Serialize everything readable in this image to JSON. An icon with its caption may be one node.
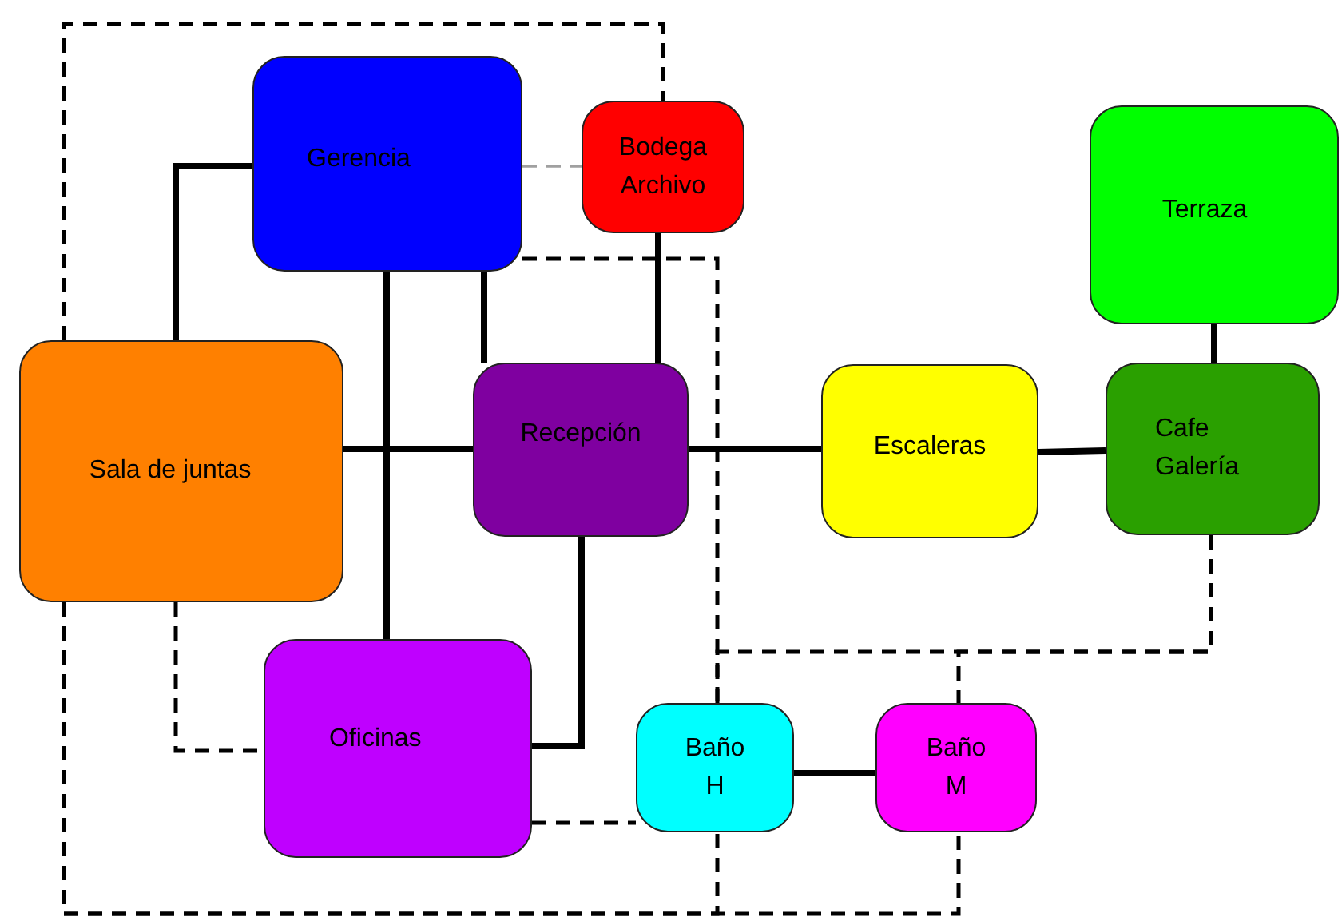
{
  "diagram": {
    "nodes": [
      {
        "text": [
          "Gerencia"
        ]
      },
      {
        "text": [
          "Bodega Archivo"
        ]
      },
      {
        "text": [
          "Sala de juntas"
        ]
      },
      {
        "text": [
          "Recepción"
        ]
      },
      {
        "text": [
          "Escaleras"
        ]
      },
      {
        "text": [
          "Terraza"
        ]
      },
      {
        "text": [
          "Cafe Galería"
        ]
      },
      {
        "text": [
          "Oficinas"
        ]
      },
      {
        "text": [
          "Baño H"
        ]
      },
      {
        "text": [
          "Baño M"
        ]
      }
    ],
    "edges": [
      {
        "from": 0,
        "to": 2,
        "arrow": "none"
      },
      {
        "from": 0,
        "to": 1,
        "arrow": "none",
        "style": "dashed",
        "color": "#a0a0a0"
      },
      {
        "from": 2,
        "to": 1,
        "arrow": "none",
        "style": "dashed"
      },
      {
        "from": 0,
        "to": 3,
        "arrow": "none"
      },
      {
        "from": 0,
        "to": 7,
        "arrow": "none"
      },
      {
        "from": 1,
        "to": 3,
        "arrow": "none"
      },
      {
        "from": 2,
        "to": 3,
        "arrow": "none"
      },
      {
        "from": 3,
        "to": 4,
        "arrow": "none"
      },
      {
        "from": 4,
        "to": 6,
        "arrow": "none"
      },
      {
        "from": 5,
        "to": 6,
        "arrow": "none"
      },
      {
        "from": 3,
        "to": 7,
        "arrow": "none"
      },
      {
        "from": 0,
        "to": 8,
        "arrow": "none",
        "style": "dashed"
      },
      {
        "from": 6,
        "to": 8,
        "arrow": "none",
        "style": "dashed"
      },
      {
        "from": 6,
        "to": 9,
        "arrow": "none",
        "style": "dashed"
      },
      {
        "from": 2,
        "to": 7,
        "arrow": "none",
        "style": "dashed"
      },
      {
        "from": 7,
        "to": 8,
        "arrow": "none",
        "style": "dashed"
      },
      {
        "from": 8,
        "to": 9,
        "arrow": "none"
      },
      {
        "from": 2,
        "to": 8,
        "arrow": "none",
        "style": "dashed"
      },
      {
        "from": 2,
        "to": 9,
        "arrow": "none",
        "style": "dashed"
      }
    ]
  }
}
